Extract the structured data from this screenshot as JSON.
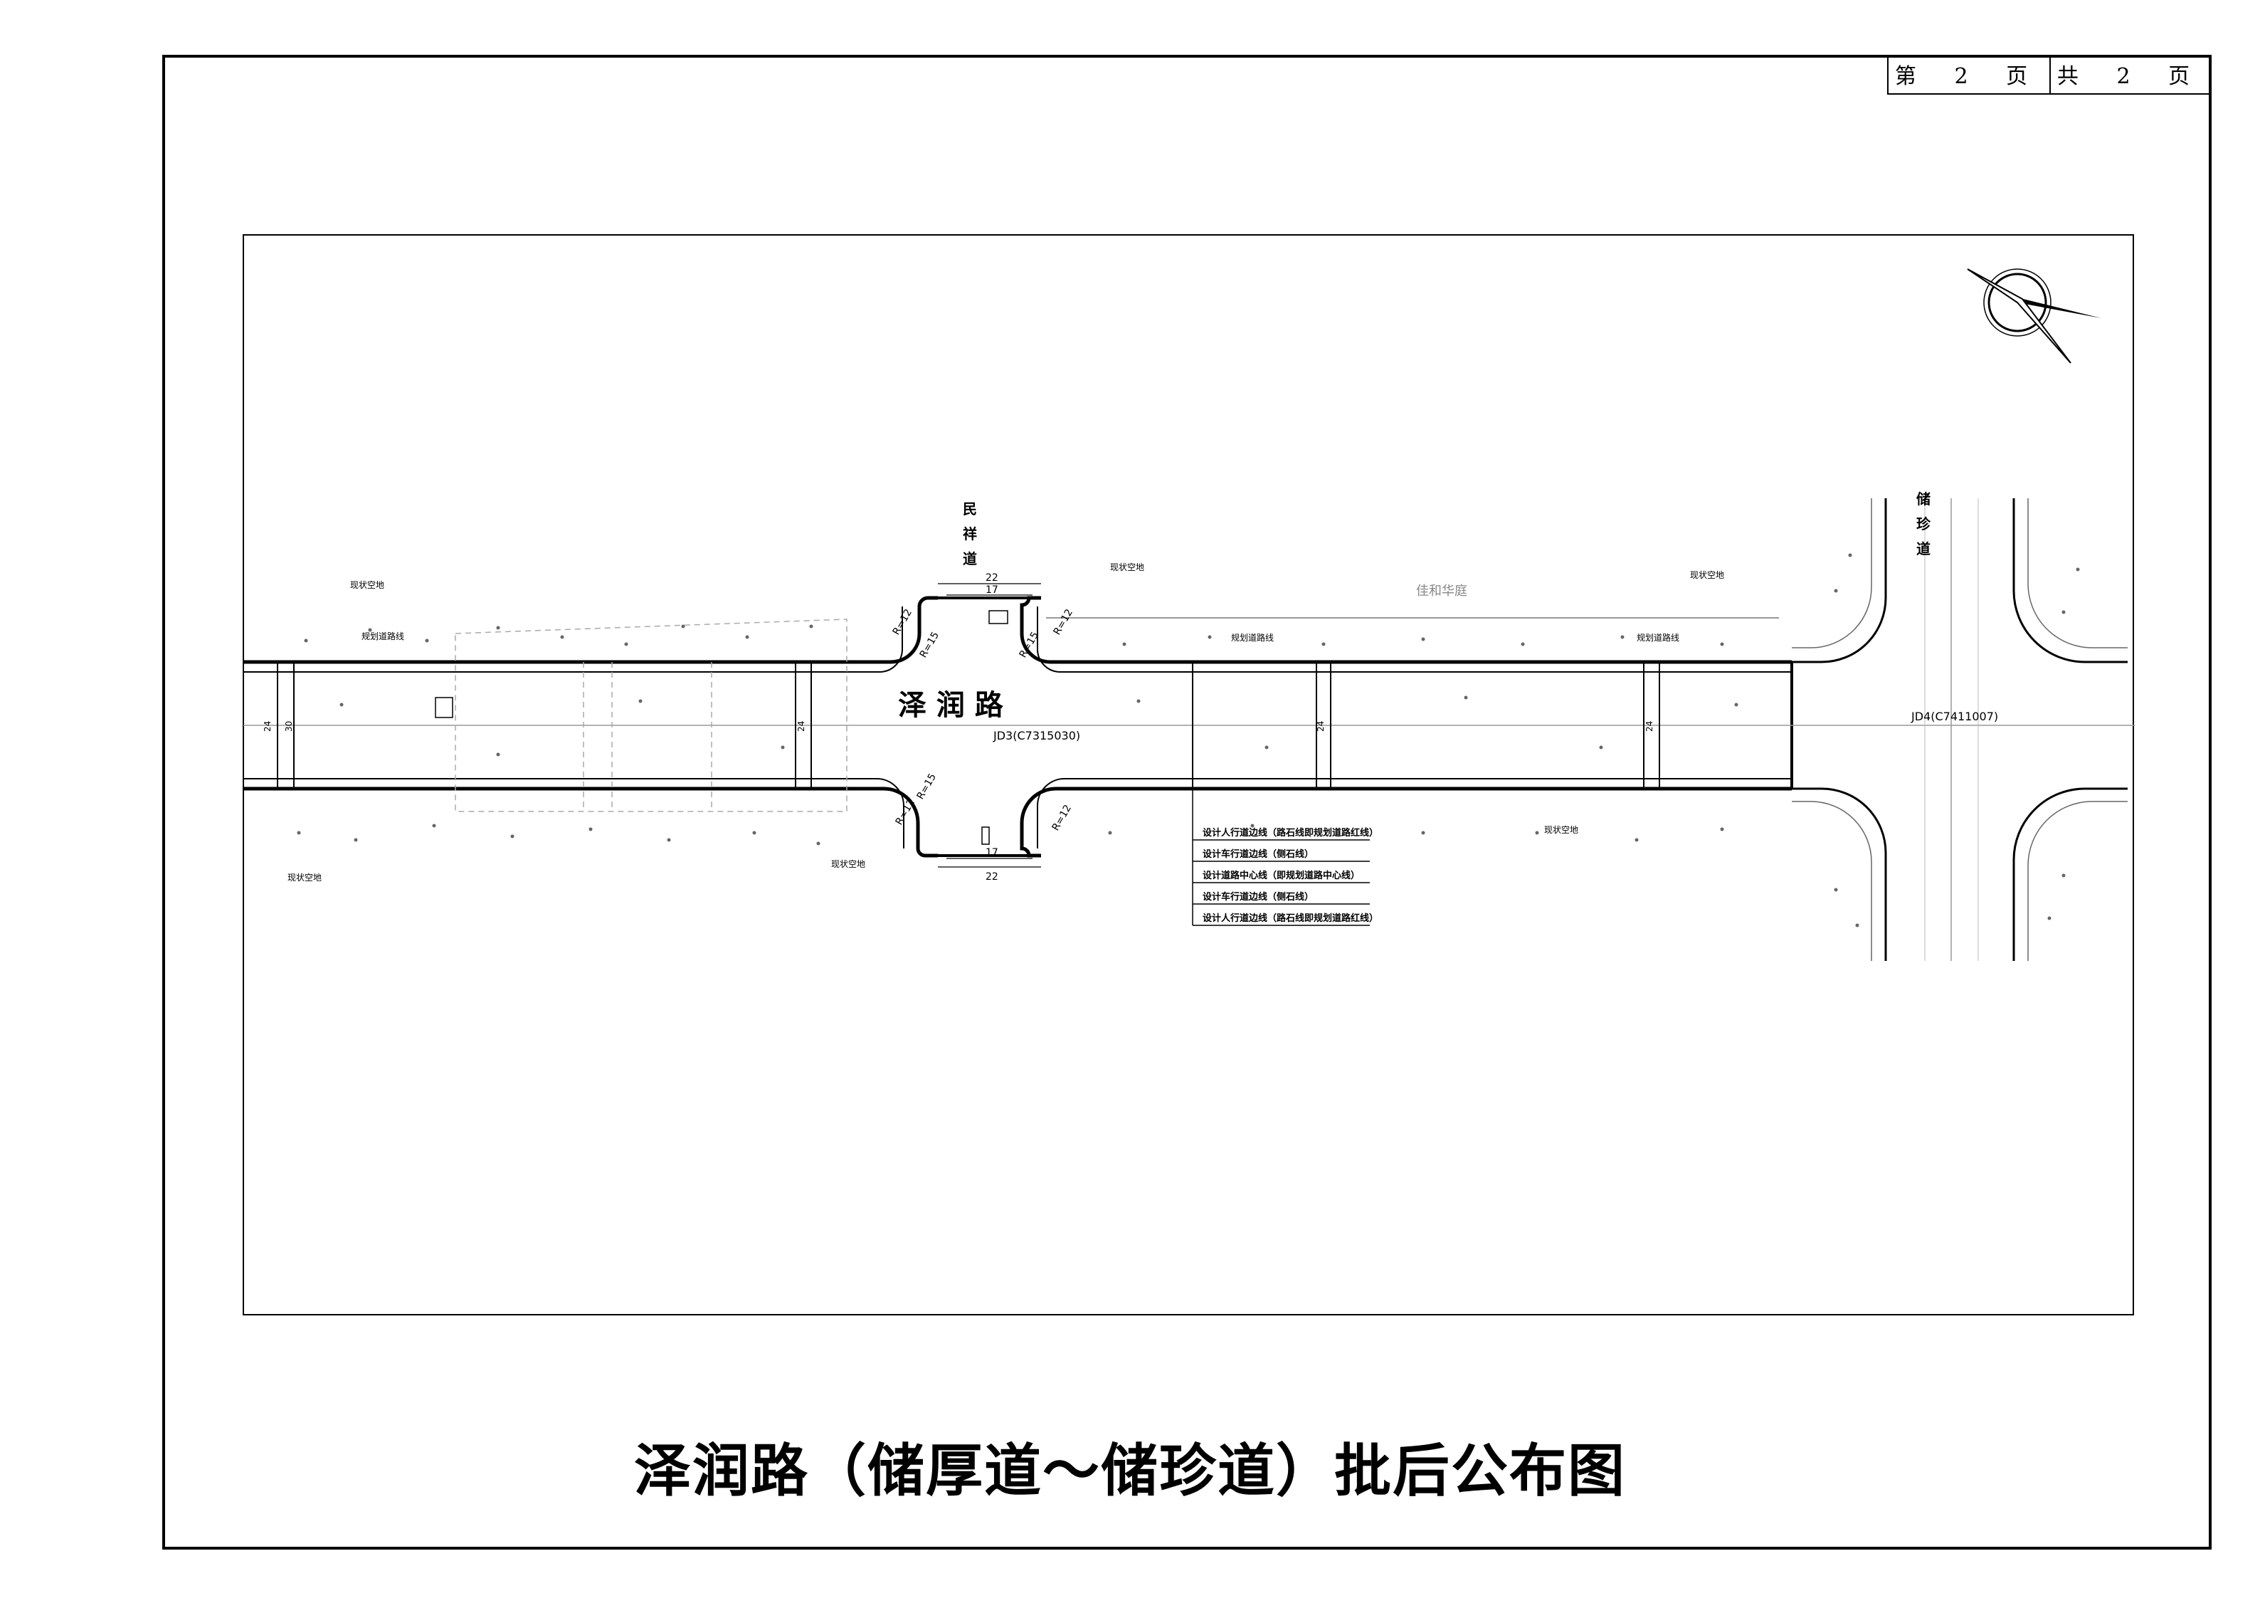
{
  "page_info": {
    "current": "第 2 页",
    "total": "共 2 页"
  },
  "roads": {
    "main": "泽 润 路",
    "north_branch": [
      "民",
      "祥",
      "道"
    ],
    "east_cross": [
      "储",
      "珍",
      "道"
    ],
    "community": "佳和华庭"
  },
  "points": {
    "jd3": "JD3(C7315030)",
    "jd4": "JD4(C7411007)"
  },
  "dimensions": {
    "width_22": "22",
    "width_17": "17",
    "r12": "R=12",
    "r15": "R=15",
    "w24": "24",
    "w30": "30"
  },
  "labels": {
    "existing_green": "现状空地",
    "planned_red": "规划道路线"
  },
  "legend": [
    "设计人行道边线（路石线即规划道路红线）",
    "设计车行道边线（侧石线）",
    "设计道路中心线（即规划道路中心线）",
    "设计车行道边线（侧石线）",
    "设计人行道边线（路石线即规划道路红线）"
  ],
  "title": "泽润路（储厚道～储珍道）批后公布图",
  "colors": {
    "line": "#000000",
    "grey_line": "#999999",
    "light_line": "#bbbbbb"
  }
}
